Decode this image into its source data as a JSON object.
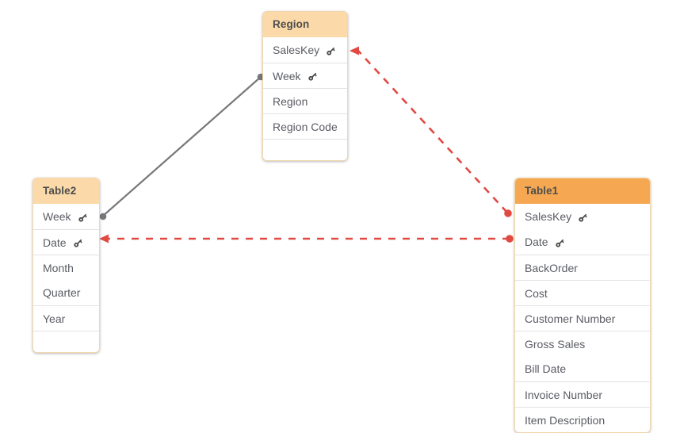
{
  "app": {
    "view_name": "data-model-viewer",
    "background_color": "#ffffff"
  },
  "colors": {
    "header_light": "#fbd9a9",
    "header_strong": "#f5a851",
    "box_border": "#f2d6ab",
    "row_divider": "#e3e3e3",
    "field_text": "#5a5c63",
    "title_text": "#4d4d4d",
    "link_gray": "#77787b",
    "link_red": "#e04a43",
    "key_icon": "#4a4a4a"
  },
  "tables": [
    {
      "id": "region",
      "title": "Region",
      "header_style": "light",
      "fields": [
        {
          "name": "SalesKey",
          "key": true,
          "divider_above": false
        },
        {
          "name": "Week",
          "key": true,
          "divider_above": true
        },
        {
          "name": "Region",
          "key": false,
          "divider_above": true
        },
        {
          "name": "Region Code",
          "key": false,
          "divider_above": true
        }
      ],
      "has_blank_row": true
    },
    {
      "id": "table2",
      "title": "Table2",
      "header_style": "light",
      "fields": [
        {
          "name": "Week",
          "key": true,
          "divider_above": false
        },
        {
          "name": "Date",
          "key": true,
          "divider_above": true
        },
        {
          "name": "Month",
          "key": false,
          "divider_above": true
        },
        {
          "name": "Quarter",
          "key": false,
          "divider_above": false
        },
        {
          "name": "Year",
          "key": false,
          "divider_above": true
        }
      ],
      "has_blank_row": true
    },
    {
      "id": "table1",
      "title": "Table1",
      "header_style": "strong",
      "fields": [
        {
          "name": "SalesKey",
          "key": true,
          "divider_above": false
        },
        {
          "name": "Date",
          "key": true,
          "divider_above": false
        },
        {
          "name": "BackOrder",
          "key": false,
          "divider_above": true
        },
        {
          "name": "Cost",
          "key": false,
          "divider_above": true
        },
        {
          "name": "Customer Number",
          "key": false,
          "divider_above": true
        },
        {
          "name": "Gross Sales",
          "key": false,
          "divider_above": true
        },
        {
          "name": "Bill Date",
          "key": false,
          "divider_above": false
        },
        {
          "name": "Invoice Number",
          "key": false,
          "divider_above": true
        },
        {
          "name": "Item Description",
          "key": false,
          "divider_above": true
        }
      ],
      "has_blank_row": false,
      "clipped_bottom": true
    }
  ],
  "associations": [
    {
      "id": "week-link",
      "style": "solid",
      "color": "#77787b",
      "from_table": "table2",
      "from_field": "Week",
      "from_endpoint": "circle",
      "to_table": "region",
      "to_field": "Week",
      "to_endpoint": "circle"
    },
    {
      "id": "saleskey-link",
      "style": "dashed",
      "color": "#e04a43",
      "from_table": "table1",
      "from_field": "SalesKey",
      "from_endpoint": "circle",
      "to_table": "region",
      "to_field": "SalesKey",
      "to_endpoint": "arrow"
    },
    {
      "id": "date-link",
      "style": "dashed",
      "color": "#e04a43",
      "from_table": "table1",
      "from_field": "Date",
      "from_endpoint": "circle",
      "to_table": "table2",
      "to_field": "Date",
      "to_endpoint": "arrow"
    }
  ],
  "icons": {
    "key": "key-icon"
  }
}
